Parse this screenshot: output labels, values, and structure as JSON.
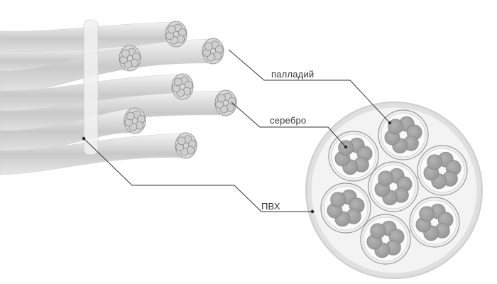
{
  "labels": {
    "palladium": "палладий",
    "silver": "серебро",
    "pvc": "ПВХ"
  },
  "colors": {
    "wire": "#a8a8a8",
    "jacket": "#ececec",
    "leader": "#333333"
  }
}
